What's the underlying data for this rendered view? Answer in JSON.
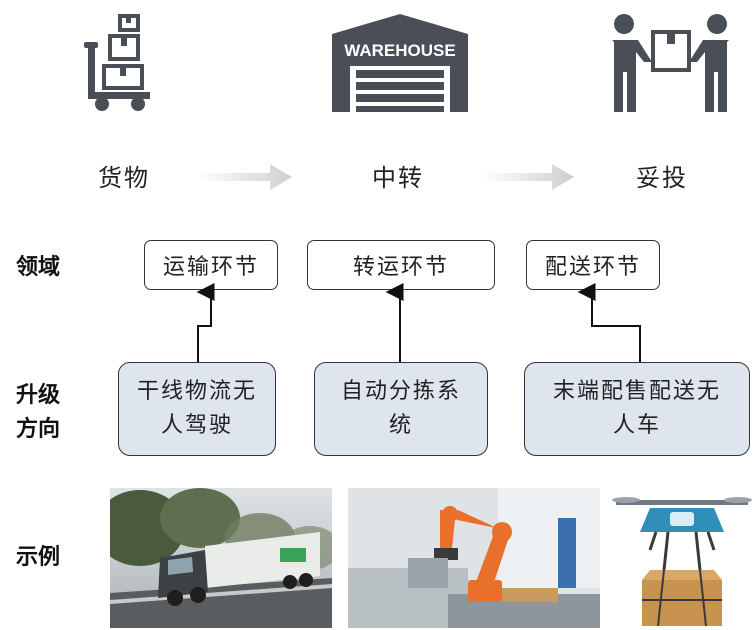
{
  "stages": {
    "goods": "货物",
    "transfer": "中转",
    "delivery": "妥投",
    "warehouse_sign": "WAREHOUSE"
  },
  "rows": {
    "domain": "领域",
    "upgrade_line1": "升级",
    "upgrade_line2": "方向",
    "example": "示例"
  },
  "domains": [
    "运输环节",
    "转运环节",
    "配送环节"
  ],
  "upgrades": [
    {
      "line1": "干线物流无",
      "line2": "人驾驶"
    },
    {
      "line1": "自动分拣系",
      "line2": "统"
    },
    {
      "line1": "末端配售配送无",
      "line2": "人车"
    }
  ],
  "colors": {
    "icon": "#4a4f57",
    "upgrade_fill": "#dfe5ef",
    "arrow_gray": "#d6d6d6",
    "robot_orange": "#e8702a"
  }
}
